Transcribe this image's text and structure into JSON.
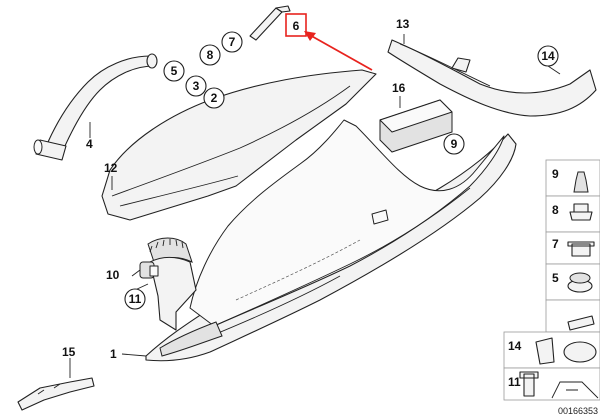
{
  "callouts": [
    {
      "id": "c1",
      "text": "1"
    },
    {
      "id": "c2",
      "text": "2"
    },
    {
      "id": "c3",
      "text": "3"
    },
    {
      "id": "c4",
      "text": "4"
    },
    {
      "id": "c5",
      "text": "5"
    },
    {
      "id": "c6",
      "text": "6"
    },
    {
      "id": "c7",
      "text": "7"
    },
    {
      "id": "c8",
      "text": "8"
    },
    {
      "id": "c9",
      "text": "9"
    },
    {
      "id": "c10",
      "text": "10"
    },
    {
      "id": "c11",
      "text": "11"
    },
    {
      "id": "c12",
      "text": "12"
    },
    {
      "id": "c13",
      "text": "13"
    },
    {
      "id": "c14",
      "text": "14"
    },
    {
      "id": "c15",
      "text": "15"
    },
    {
      "id": "c16",
      "text": "16"
    }
  ],
  "legend": [
    {
      "id": "l9",
      "text": "9"
    },
    {
      "id": "l8",
      "text": "8"
    },
    {
      "id": "l7",
      "text": "7"
    },
    {
      "id": "l5",
      "text": "5"
    },
    {
      "id": "l14",
      "text": "14"
    },
    {
      "id": "l11",
      "text": "11"
    }
  ],
  "reference_number": "00166353",
  "colors": {
    "highlight": "#e8231e",
    "line": "#222222"
  }
}
